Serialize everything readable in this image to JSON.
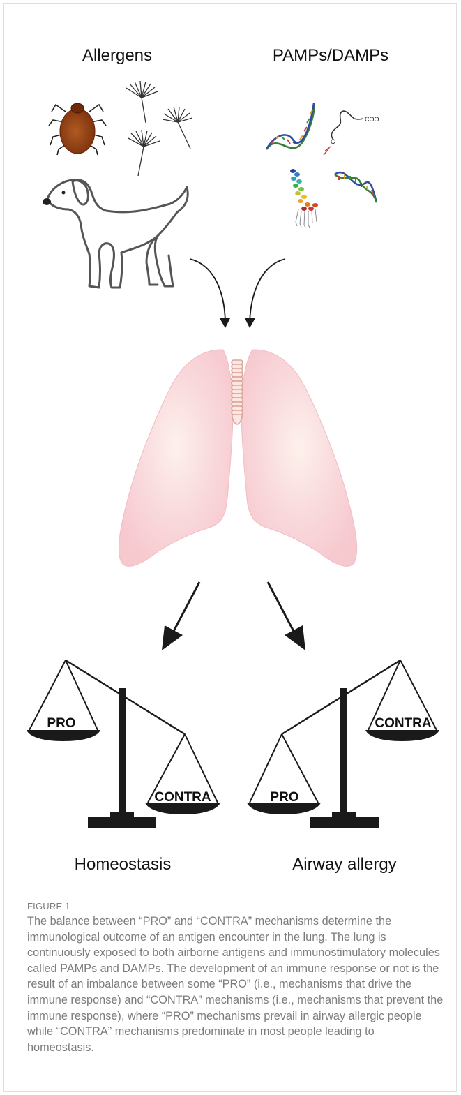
{
  "figure": {
    "labels": {
      "allergens": "Allergens",
      "pamps_damps": "PAMPs/DAMPs",
      "homeostasis": "Homeostasis",
      "airway_allergy": "Airway allergy",
      "pro": "PRO",
      "contra": "CONTRA",
      "coo": "COO",
      "c_letter": "C"
    },
    "icons": {
      "dust_mite": "dust-mite-icon",
      "dandelion_seeds": "dandelion-seed-icon",
      "dog": "dog-icon",
      "dna": "dna-helix-icon",
      "lipid": "lipid-molecule-icon",
      "peptidoglycan": "peptidoglycan-chain-icon",
      "lungs": "lungs-icon",
      "balance": "balance-scale-icon"
    },
    "colors": {
      "lung_fill": "#f7cdd3",
      "lung_center": "#fdeeea",
      "mite_body": "#8d3b12",
      "ink": "#1a1a1a"
    }
  },
  "caption": {
    "label": "FIGURE 1",
    "text": "The balance between “PRO” and “CONTRA” mechanisms determine the immunological outcome of an antigen encounter in the lung. The lung is continuously exposed to both airborne antigens and immunostimulatory molecules called PAMPs and DAMPs. The development of an immune response or not is the result of an imbalance between some “PRO” (i.e., mechanisms that drive the immune response) and “CONTRA” mechanisms (i.e., mechanisms that prevent the immune response), where “PRO” mechanisms prevail in airway allergic people while “CONTRA” mechanisms predominate in most people leading to homeostasis."
  }
}
